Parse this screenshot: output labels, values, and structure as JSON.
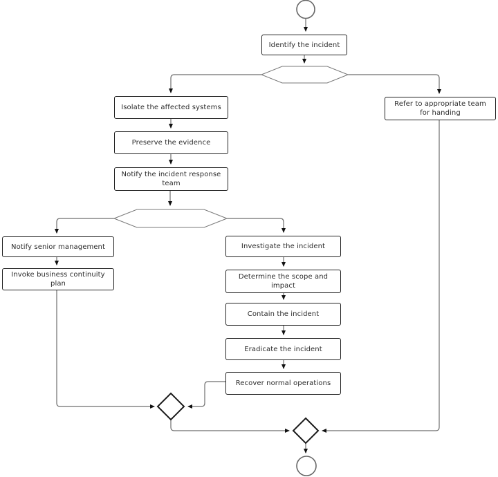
{
  "colors": {
    "background": "#ffffff",
    "process_box_border": "#1f1f1f",
    "decision_outline": "#7a7a7a",
    "merge_diamond_border": "#1a1a1a",
    "terminator_outline": "#666666",
    "connector": "#6e6e6e",
    "arrowhead": "#111111",
    "text": "#2b2b2b",
    "shape_fill": "#ffffff"
  },
  "nodes": {
    "start": {
      "type": "start-circle",
      "label": ""
    },
    "identify": {
      "type": "process",
      "label": "Identify the incident"
    },
    "decision1": {
      "type": "decision-hexagon",
      "label": ""
    },
    "isolate": {
      "type": "process",
      "label": "Isolate the affected systems"
    },
    "refer": {
      "type": "process",
      "label": "Refer to appropriate team for handing"
    },
    "preserve": {
      "type": "process",
      "label": "Preserve the evidence"
    },
    "notify_irt": {
      "type": "process",
      "label": "Notify the incident response team"
    },
    "decision2": {
      "type": "decision-hexagon",
      "label": ""
    },
    "notify_sm": {
      "type": "process",
      "label": "Notify senior management"
    },
    "invoke_bcp": {
      "type": "process",
      "label": "Invoke business continuity plan"
    },
    "investigate": {
      "type": "process",
      "label": "Investigate the incident"
    },
    "determine": {
      "type": "process",
      "label": "Determine the scope and impact"
    },
    "contain": {
      "type": "process",
      "label": "Contain the incident"
    },
    "eradicate": {
      "type": "process",
      "label": "Eradicate the incident"
    },
    "recover": {
      "type": "process",
      "label": "Recover normal operations"
    },
    "merge1": {
      "type": "merge-diamond",
      "label": ""
    },
    "merge2": {
      "type": "merge-diamond",
      "label": ""
    },
    "end": {
      "type": "end-circle",
      "label": ""
    }
  },
  "edges": [
    {
      "from": "start",
      "to": "identify"
    },
    {
      "from": "identify",
      "to": "decision1"
    },
    {
      "from": "decision1",
      "to": "isolate"
    },
    {
      "from": "decision1",
      "to": "refer"
    },
    {
      "from": "isolate",
      "to": "preserve"
    },
    {
      "from": "preserve",
      "to": "notify_irt"
    },
    {
      "from": "notify_irt",
      "to": "decision2"
    },
    {
      "from": "decision2",
      "to": "notify_sm"
    },
    {
      "from": "decision2",
      "to": "investigate"
    },
    {
      "from": "notify_sm",
      "to": "invoke_bcp"
    },
    {
      "from": "invoke_bcp",
      "to": "merge1"
    },
    {
      "from": "investigate",
      "to": "determine"
    },
    {
      "from": "determine",
      "to": "contain"
    },
    {
      "from": "contain",
      "to": "eradicate"
    },
    {
      "from": "eradicate",
      "to": "recover"
    },
    {
      "from": "recover",
      "to": "merge1"
    },
    {
      "from": "merge1",
      "to": "merge2"
    },
    {
      "from": "refer",
      "to": "merge2"
    },
    {
      "from": "merge2",
      "to": "end"
    }
  ]
}
